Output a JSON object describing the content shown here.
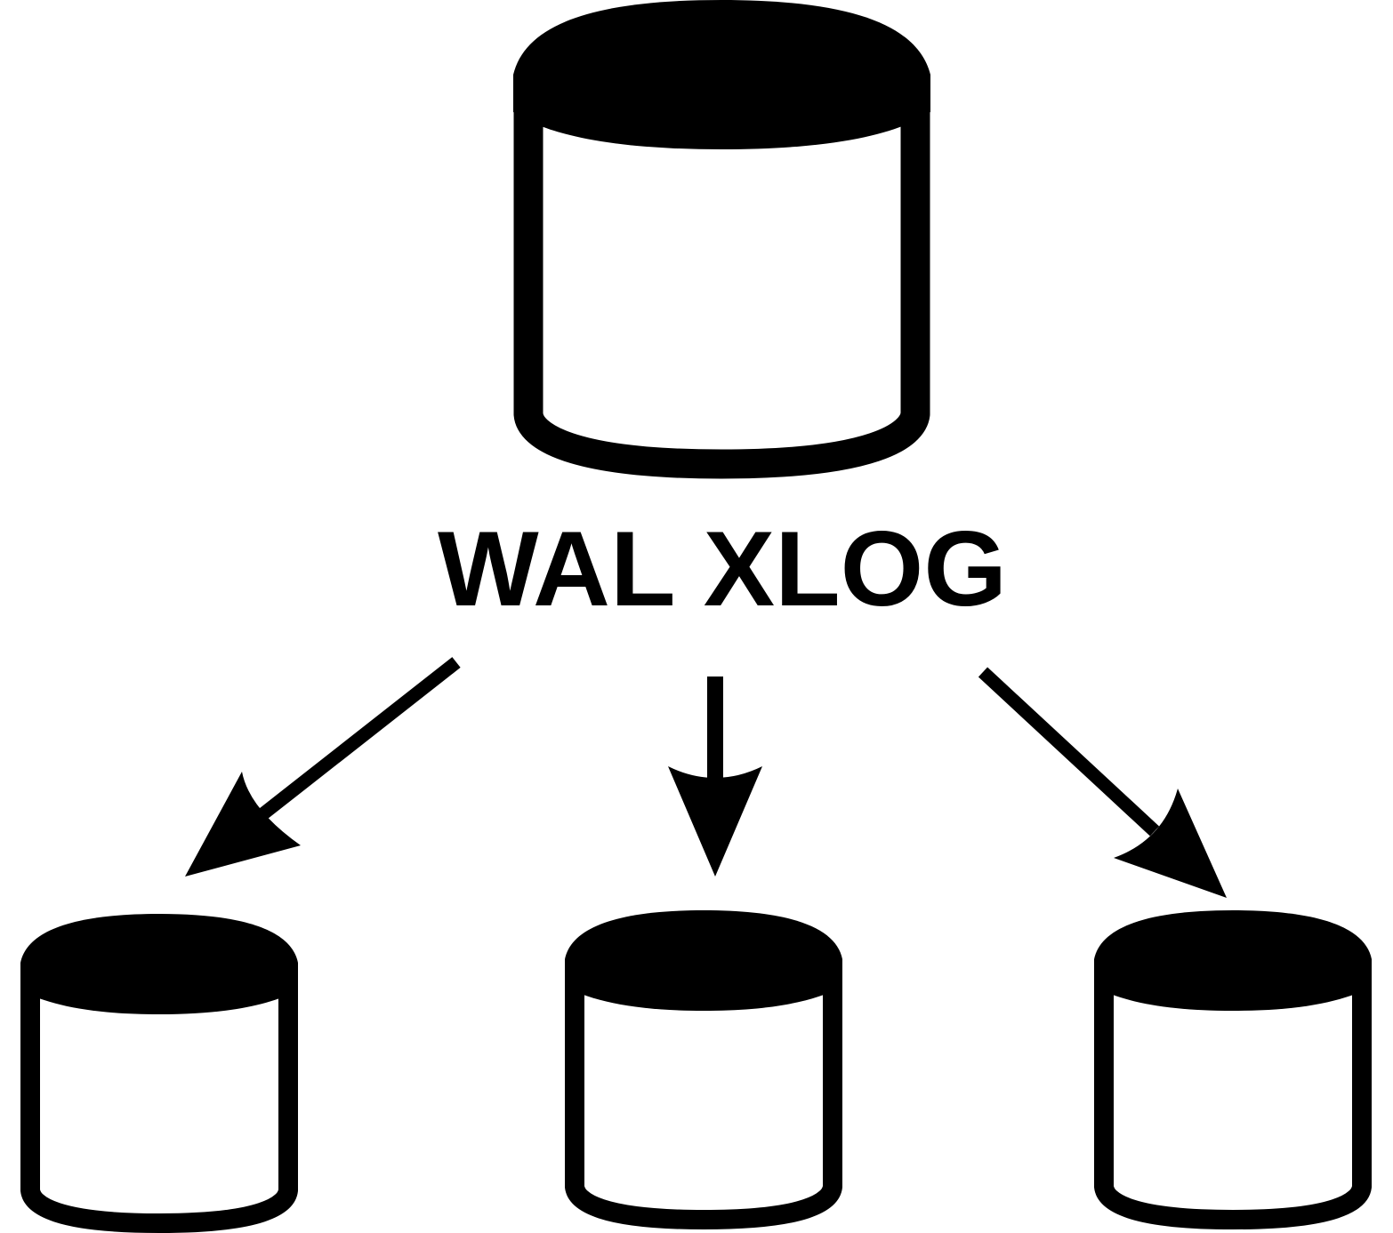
{
  "diagram": {
    "label": "WAL XLOG",
    "colors": {
      "ink": "#000000",
      "background": "#ffffff"
    },
    "nodes": [
      {
        "id": "primary-database",
        "role": "primary",
        "icon": "database-cylinder-icon"
      },
      {
        "id": "replica-database-left",
        "role": "replica",
        "icon": "database-cylinder-icon"
      },
      {
        "id": "replica-database-center",
        "role": "replica",
        "icon": "database-cylinder-icon"
      },
      {
        "id": "replica-database-right",
        "role": "replica",
        "icon": "database-cylinder-icon"
      }
    ],
    "edges": [
      {
        "from": "primary-database",
        "to": "replica-database-left",
        "icon": "arrow-icon"
      },
      {
        "from": "primary-database",
        "to": "replica-database-center",
        "icon": "arrow-icon"
      },
      {
        "from": "primary-database",
        "to": "replica-database-right",
        "icon": "arrow-icon"
      }
    ]
  }
}
